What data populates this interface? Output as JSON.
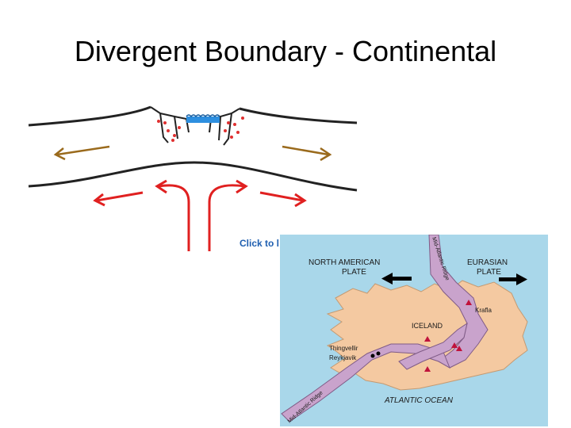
{
  "title": "Divergent Boundary - Continental",
  "rift_diagram": {
    "click_to_label": "Click to l"
  },
  "map": {
    "north_american_plate_line1": "NORTH AMERICAN",
    "north_american_plate_line2": "PLATE",
    "eurasian_plate_line1": "EURASIAN",
    "eurasian_plate_line2": "PLATE",
    "iceland": "ICELAND",
    "krafla": "Krafla",
    "thingvellir": "Thingvellir",
    "reykjavik": "Reykjavik",
    "mid_atlantic_ridge_top": "Mid-Atlantic Ridge",
    "mid_atlantic_ridge_bottom": "Mid-Atlantic Ridge",
    "atlantic_ocean": "ATLANTIC OCEAN",
    "colors": {
      "ocean": "#a9d7ea",
      "land": "#f4c9a1",
      "ridge": "#c9a3cc",
      "volcano": "#c0123b",
      "plate_arrow": "#000000"
    }
  },
  "diagram_colors": {
    "crust_line": "#222222",
    "plate_motion_arrow": "#9a6a1c",
    "mantle_flow_arrow": "#e02020",
    "rift_water": "#2d8fe0",
    "fault_dots": "#e03030"
  }
}
